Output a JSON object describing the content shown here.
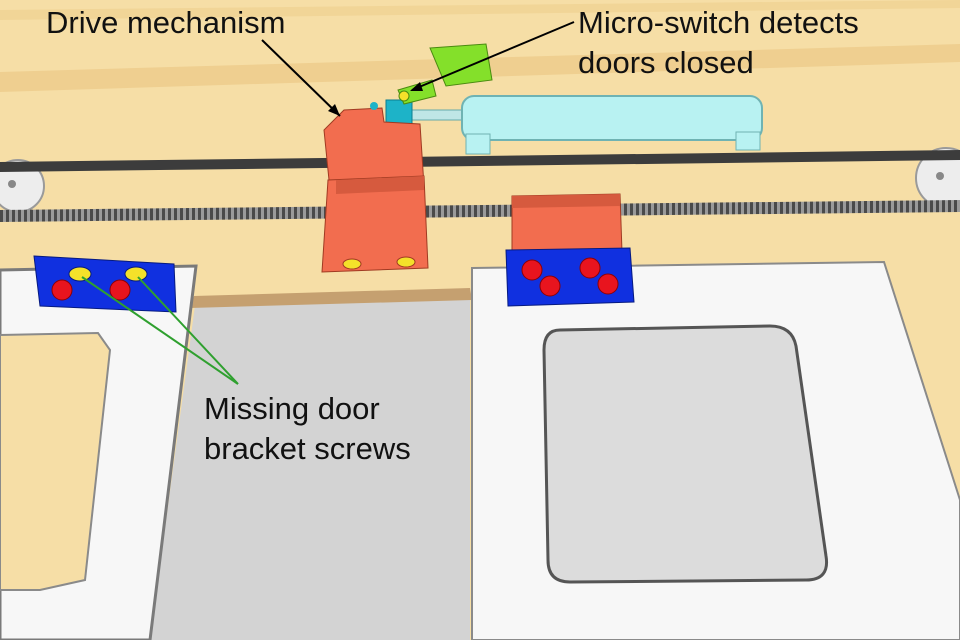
{
  "labels": {
    "drive_mechanism": "Drive mechanism",
    "micro_switch_line1": "Micro-switch detects",
    "micro_switch_line2": "doors closed",
    "missing_screws_line1": "Missing door",
    "missing_screws_line2": "bracket screws"
  },
  "colors": {
    "background": "#f6dea6",
    "wall_stripe": "#eecb8a",
    "belt": "#3c3c3c",
    "bracket_orange": "#f26d4f",
    "bracket_blue": "#1030e0",
    "screw_red": "#e8141e",
    "hole_yellow": "#f4e12a",
    "cylinder_cyan": "#b8f2f2",
    "switch_green": "#84e02a",
    "door_white": "#f7f7f7",
    "door_grey": "#dcdcdc",
    "leader_black": "#000000",
    "leader_green": "#2fa02f"
  }
}
